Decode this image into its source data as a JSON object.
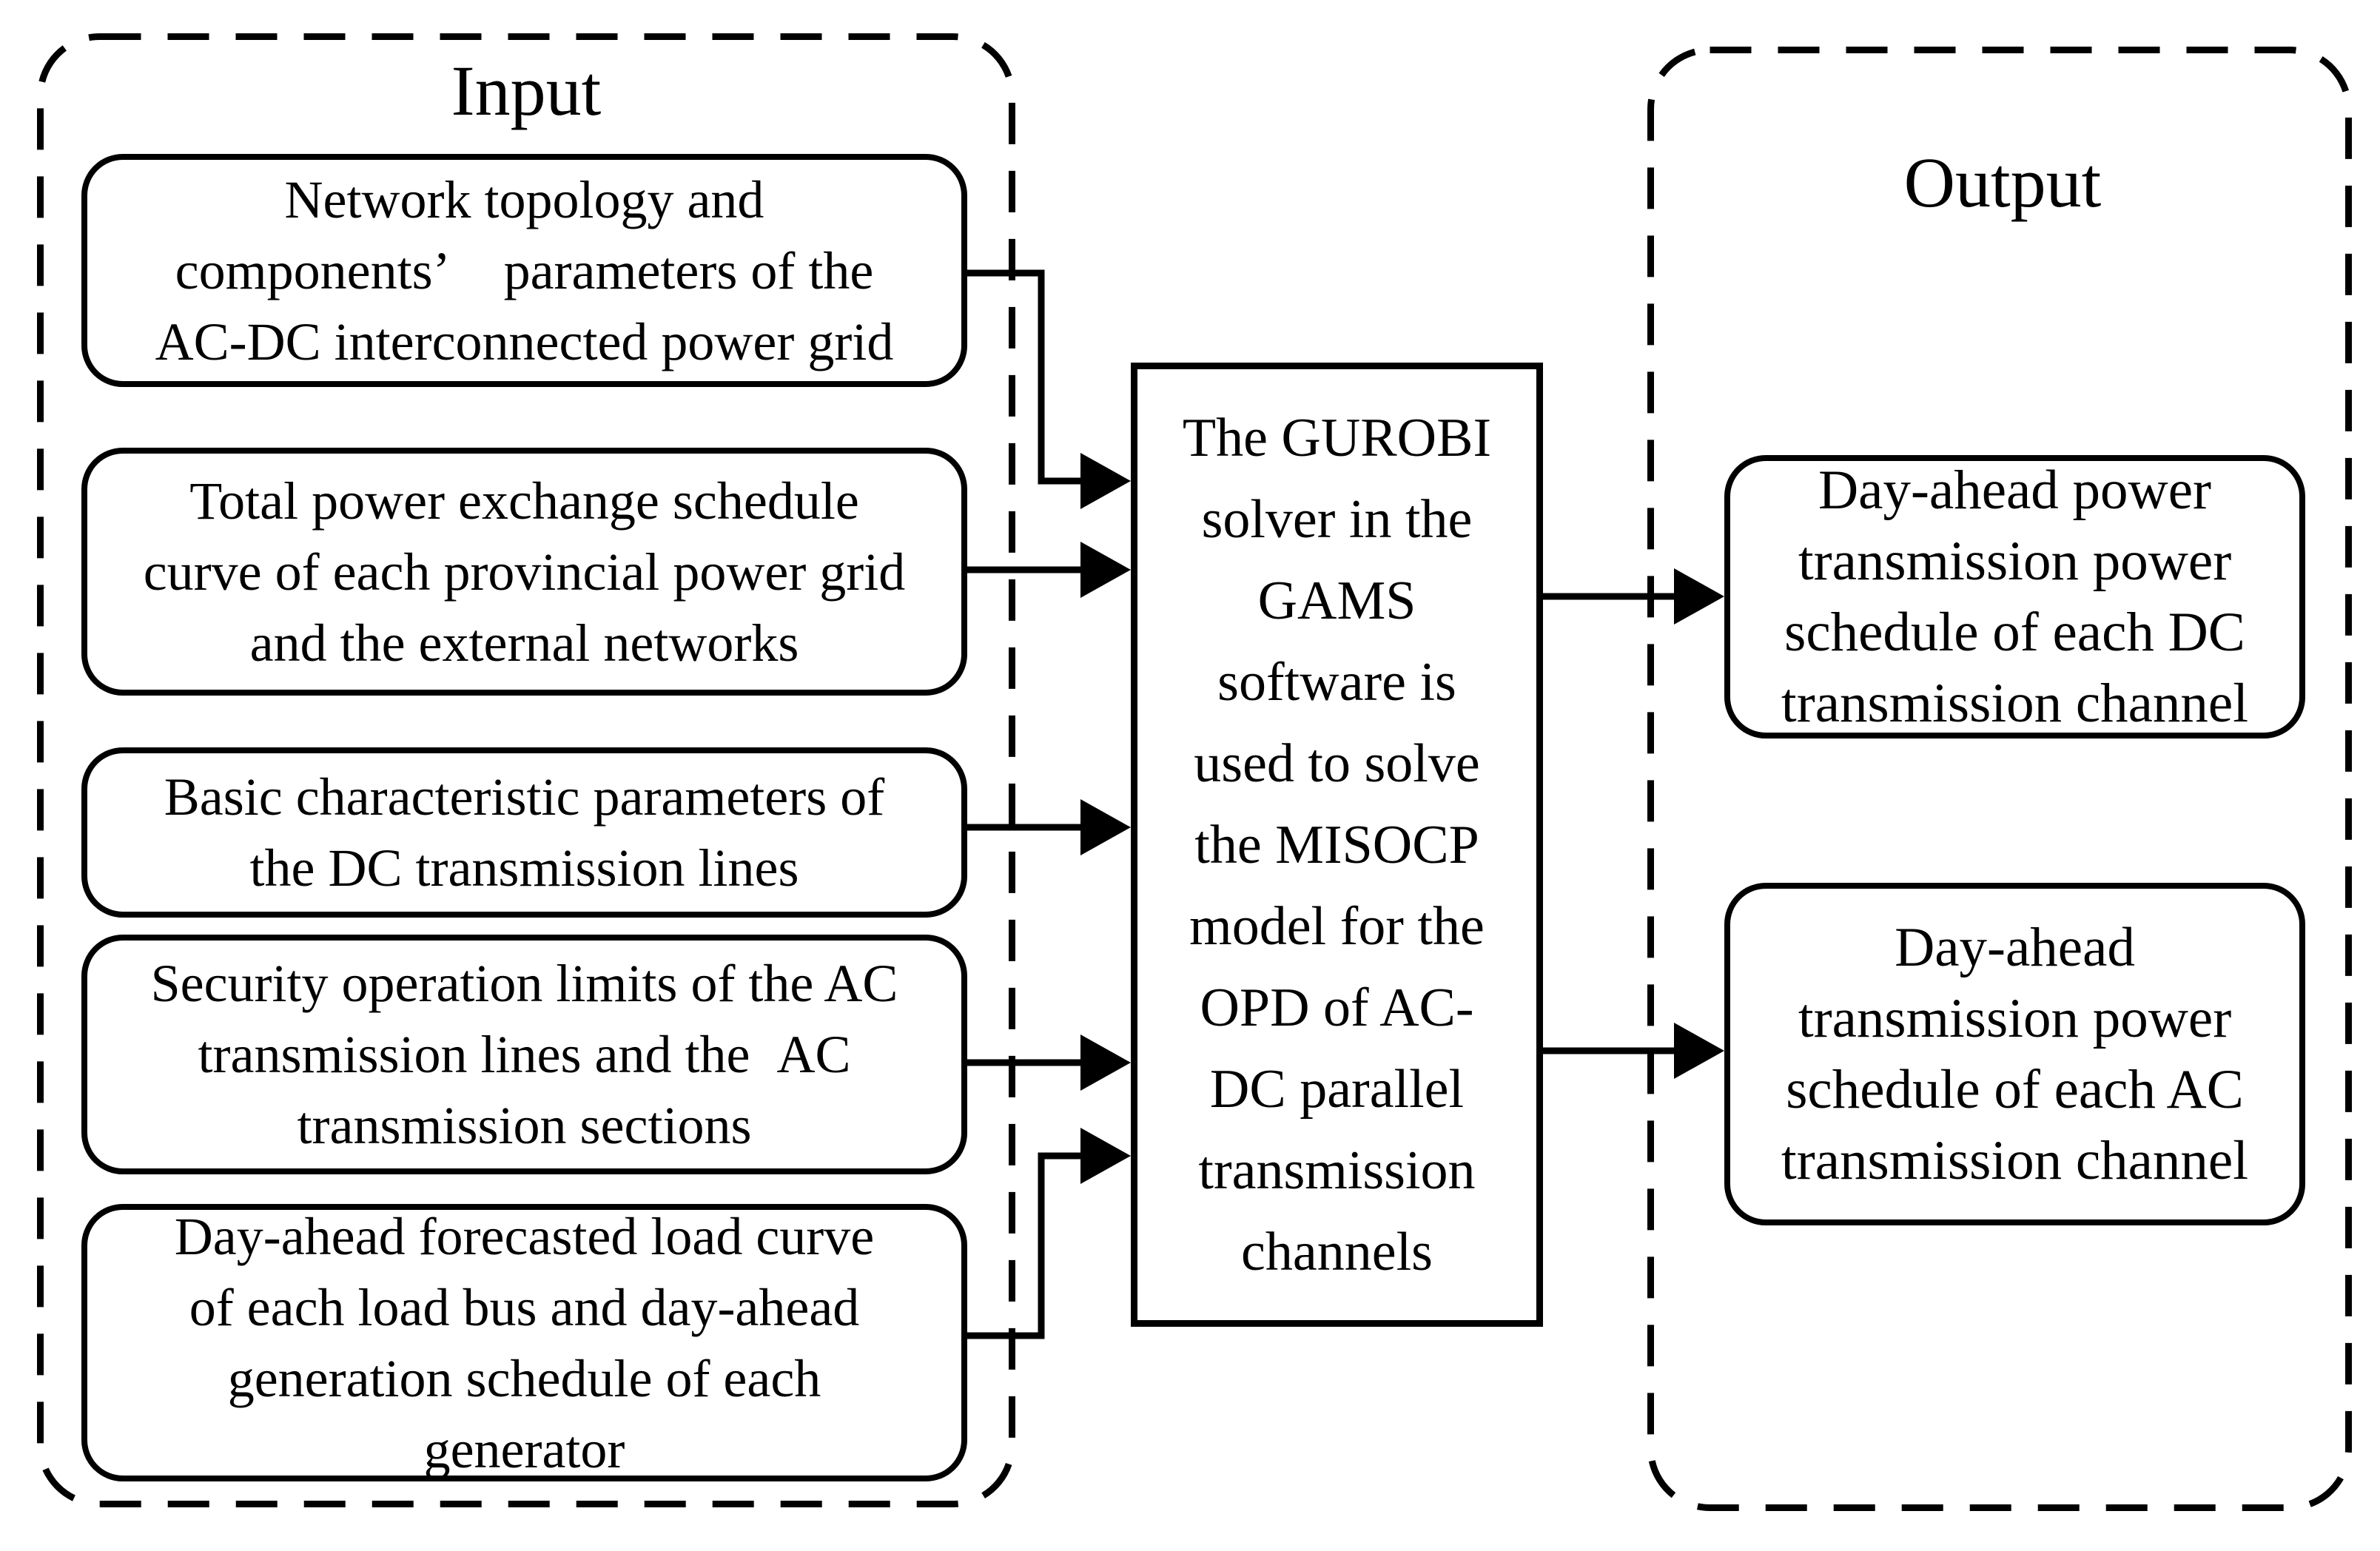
{
  "figure": {
    "background_color": "#ffffff",
    "line_color": "#000000",
    "input_group": {
      "title": "Input",
      "boxes": [
        {
          "text": "Network topology and\ncomponents’ parameters of the\nAC-DC interconnected power grid"
        },
        {
          "text": "Total power exchange schedule\ncurve of each provincial power grid\nand the external networks"
        },
        {
          "text": "Basic characteristic parameters of\nthe DC transmission lines"
        },
        {
          "text": "Security operation limits of the AC\ntransmission lines and the AC\ntransmission sections"
        },
        {
          "text": "Day-ahead forecasted load curve\nof each load bus and day-ahead\ngeneration schedule of each\ngenerator"
        }
      ]
    },
    "process_box": {
      "text": "The GUROBI\nsolver in the\nGAMS\nsoftware is\nused to solve\nthe MISOCP\nmodel for the\nOPD of AC-\nDC parallel\ntransmission\nchannels"
    },
    "output_group": {
      "title": "Output",
      "boxes": [
        {
          "text": "Day-ahead power\ntransmission power\nschedule of each DC\ntransmission channel"
        },
        {
          "text": "Day-ahead\ntransmission power\nschedule of each AC\ntransmission channel"
        }
      ]
    }
  }
}
